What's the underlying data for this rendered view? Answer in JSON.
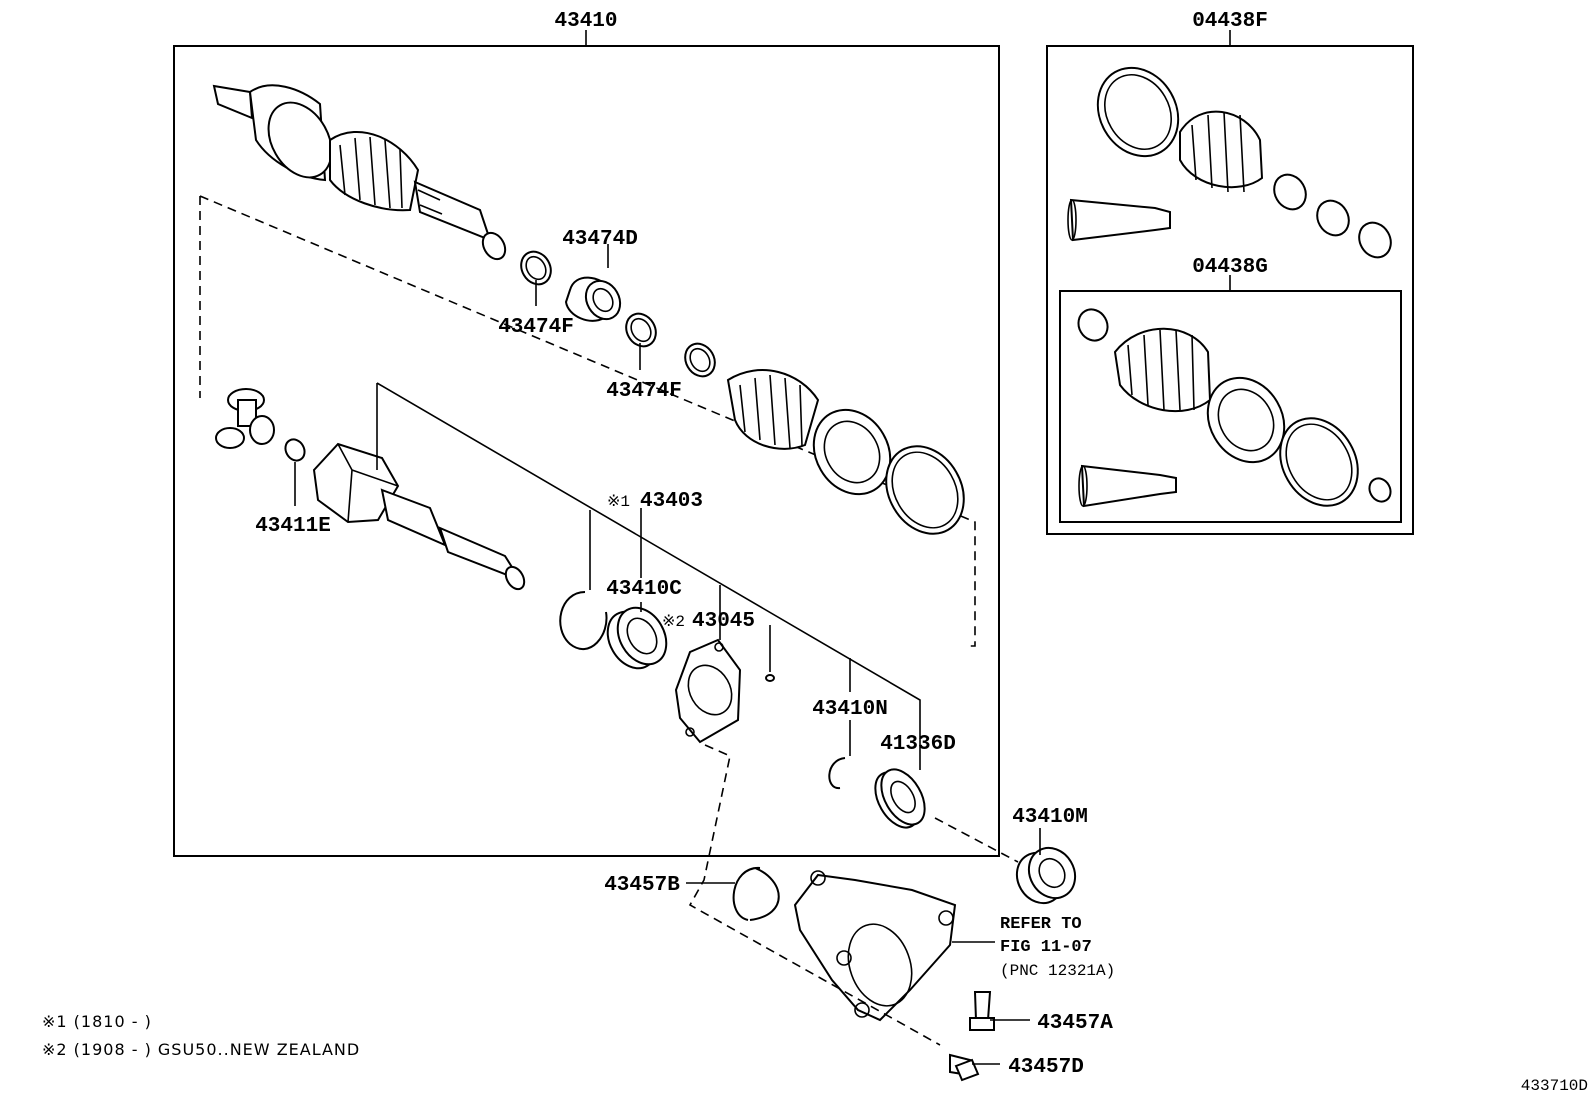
{
  "labels": {
    "main_assembly": "43410",
    "boot_kit_outer": "04438F",
    "boot_kit_inner": "04438G",
    "damper": "43474D",
    "clamp_upper": "43474F",
    "clamp_lower": "43474F",
    "tripod_ring": "43411E",
    "note1_mark": "※1",
    "inboard_shaft": "43403",
    "bearing": "43410C",
    "note2_mark": "※2",
    "bracket": "43045",
    "snap_ring": "43410N",
    "seal": "41336D",
    "center_bearing": "43410M",
    "hole_snap_ring": "43457B",
    "bolt_a": "43457A",
    "bolt_d": "43457D"
  },
  "refer": {
    "line1": "REFER TO",
    "line2": "FIG 11-07",
    "line3": "(PNC 12321A)"
  },
  "notes": {
    "note1": "※1 (1810 -        )",
    "note2": "※2 (1908 -     ) GSU50..NEW ZEALAND"
  },
  "figure_id": "433710D"
}
